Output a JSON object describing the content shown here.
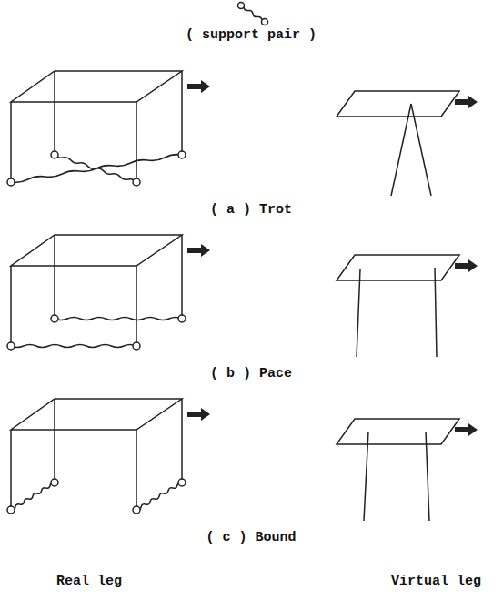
{
  "diagram": {
    "labels": [
      "( support pair )",
      "( a ) Trot",
      "( b ) Pace",
      "( c ) Bound",
      "Real leg",
      "Virtual leg"
    ]
  }
}
